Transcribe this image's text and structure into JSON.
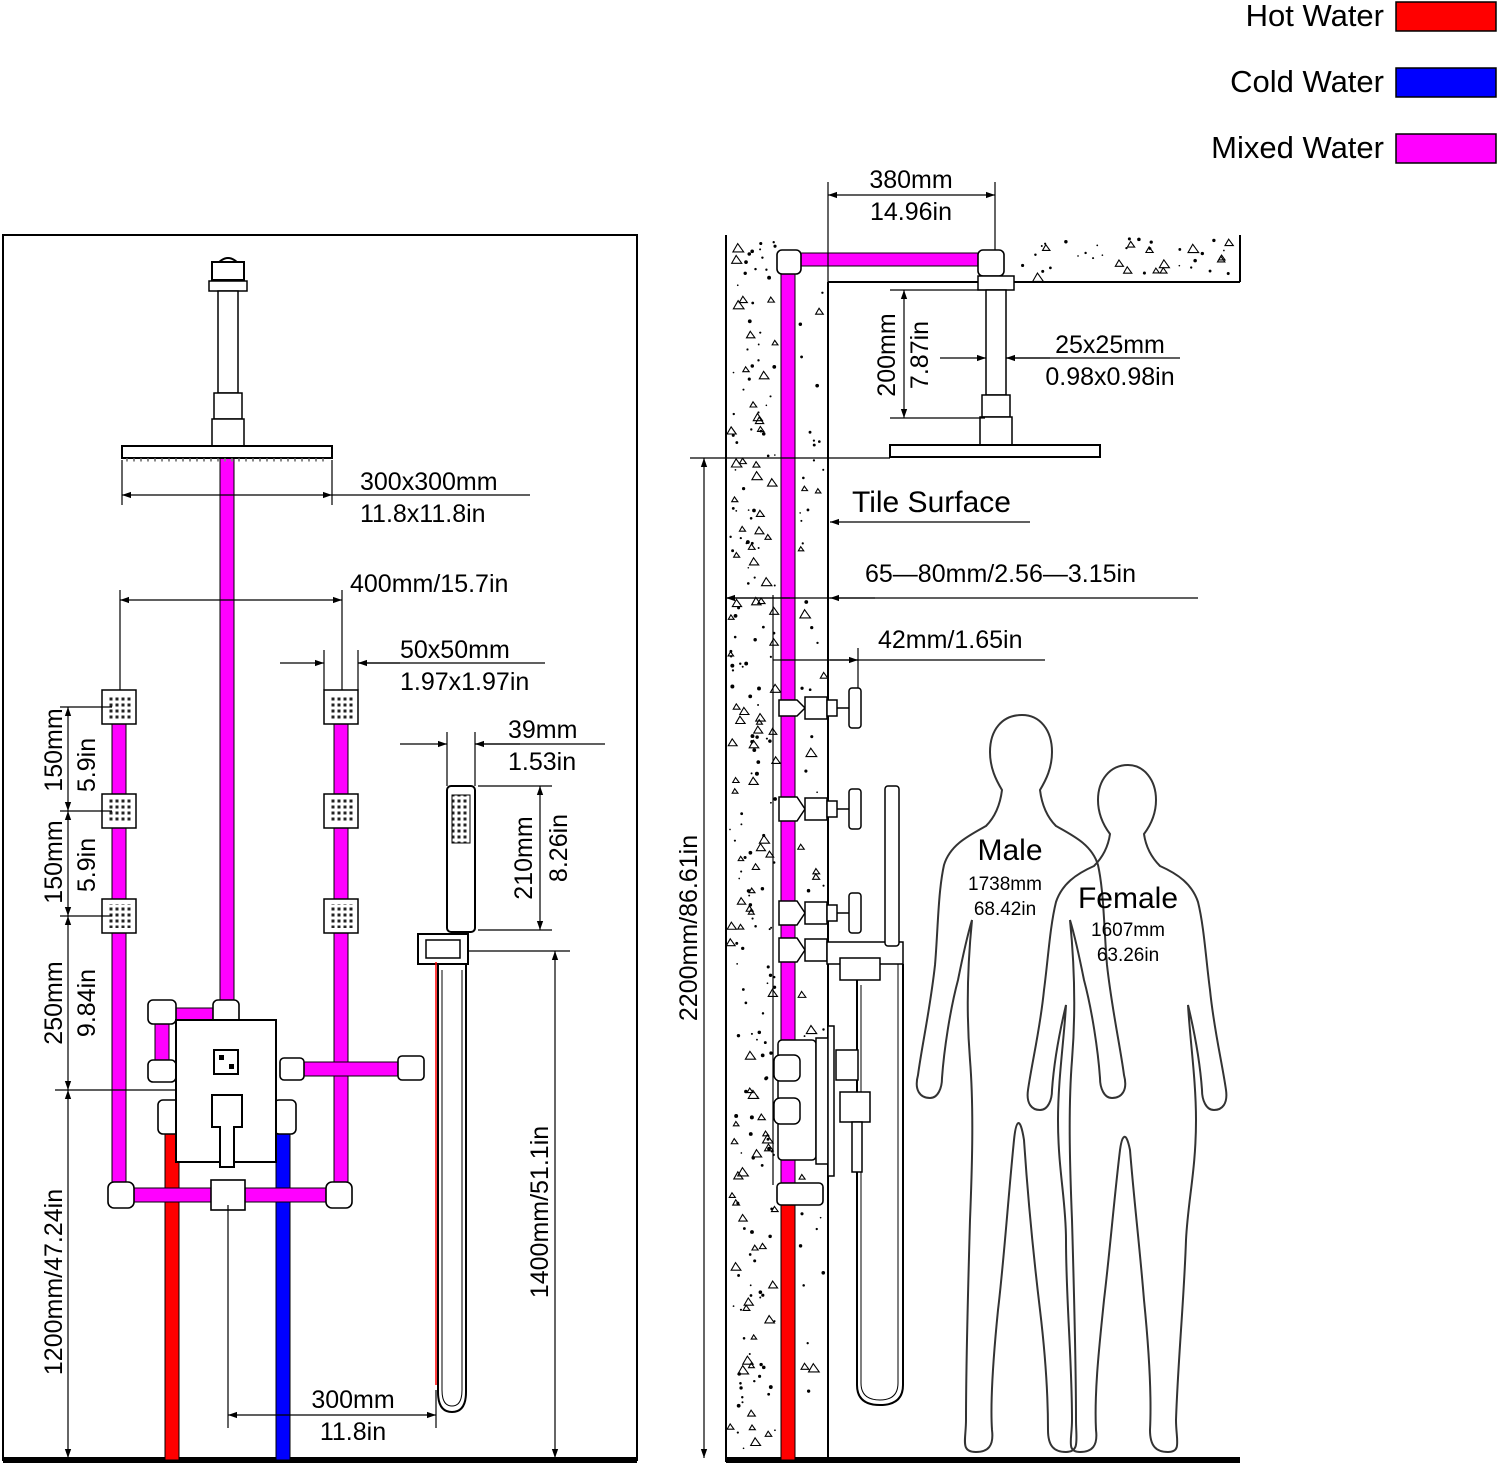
{
  "colors": {
    "hot": "#ff0000",
    "cold": "#0000ff",
    "mixed": "#ff00ff"
  },
  "legend": [
    {
      "label": "Hot Water",
      "color": "#ff0000"
    },
    {
      "label": "Cold Water",
      "color": "#0000ff"
    },
    {
      "label": "Mixed Water",
      "color": "#ff00ff"
    }
  ],
  "front_view": {
    "head_size": {
      "mm": "300x300mm",
      "in": "11.8x11.8in"
    },
    "jet_spacing_horizontal": "400mm/15.7in",
    "jet_size": {
      "mm": "50x50mm",
      "in": "1.97x1.97in"
    },
    "handheld_width": {
      "mm": "39mm",
      "in": "1.53in"
    },
    "handheld_length": {
      "mm": "210mm",
      "in": "8.26in"
    },
    "jet_spacing_1": {
      "mm": "150mm",
      "in": "5.9in"
    },
    "jet_spacing_2": {
      "mm": "150mm",
      "in": "5.9in"
    },
    "jet_to_valve": {
      "mm": "250mm",
      "in": "9.84in"
    },
    "valve_height": "1200mm/47.24in",
    "holder_height": "1400mm/51.1in",
    "valve_to_holder": {
      "mm": "300mm",
      "in": "11.8in"
    }
  },
  "side_view": {
    "arm_length": {
      "mm": "380mm",
      "in": "14.96in"
    },
    "drop_length": {
      "mm": "200mm",
      "in": "7.87in"
    },
    "pipe_size": {
      "mm": "25x25mm",
      "in": "0.98x0.98in"
    },
    "tile_surface": "Tile Surface",
    "wall_depth": "65—80mm/2.56—3.15in",
    "jet_depth": "42mm/1.65in",
    "head_height": "2200mm/86.61in"
  },
  "figures": {
    "male": {
      "label": "Male",
      "mm": "1738mm",
      "in": "68.42in"
    },
    "female": {
      "label": "Female",
      "mm": "1607mm",
      "in": "63.26in"
    }
  }
}
